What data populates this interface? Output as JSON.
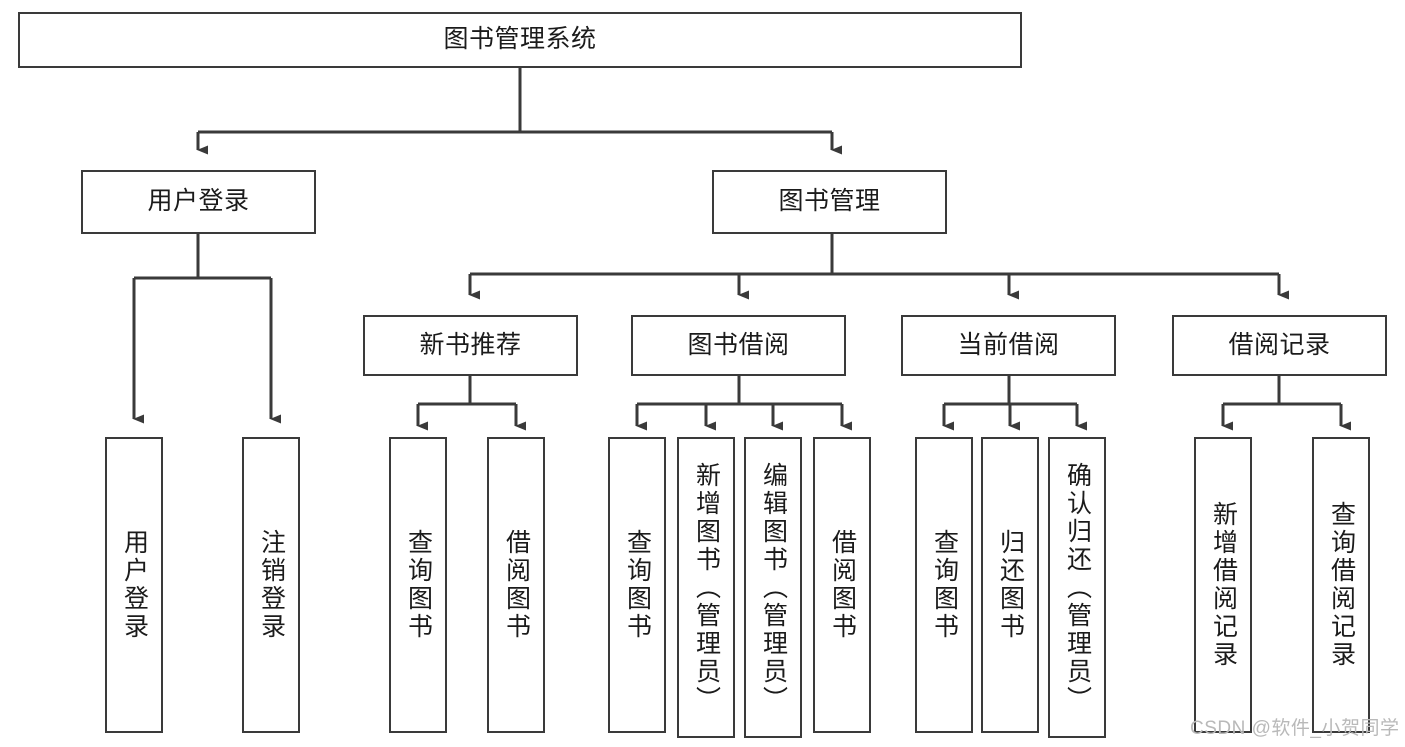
{
  "diagram": {
    "type": "tree-hierarchy",
    "title": "图书管理系统",
    "colors": {
      "box_border": "#3a3a3a",
      "box_fill": "#ffffff",
      "connector": "#3a3a3a",
      "text": "#1b1b1b",
      "watermark": "#b9b9b9",
      "background": "#ffffff"
    },
    "nodes": {
      "root": {
        "label": "图书管理系统",
        "orientation": "horizontal"
      },
      "level2": [
        {
          "label": "用户登录",
          "orientation": "horizontal"
        },
        {
          "label": "图书管理",
          "orientation": "horizontal"
        }
      ],
      "level3": [
        {
          "label": "新书推荐",
          "orientation": "horizontal"
        },
        {
          "label": "图书借阅",
          "orientation": "horizontal"
        },
        {
          "label": "当前借阅",
          "orientation": "horizontal"
        },
        {
          "label": "借阅记录",
          "orientation": "horizontal"
        }
      ],
      "leaves": {
        "user_login": [
          {
            "label": "用户登录",
            "orientation": "vertical"
          },
          {
            "label": "注销登录",
            "orientation": "vertical"
          }
        ],
        "new_book_recommend": [
          {
            "label": "查询图书",
            "orientation": "vertical"
          },
          {
            "label": "借阅图书",
            "orientation": "vertical"
          }
        ],
        "book_borrow": [
          {
            "label": "查询图书",
            "orientation": "vertical"
          },
          {
            "label": "新增图书（管理员）",
            "orientation": "vertical"
          },
          {
            "label": "编辑图书（管理员）",
            "orientation": "vertical"
          },
          {
            "label": "借阅图书",
            "orientation": "vertical"
          }
        ],
        "current_borrow": [
          {
            "label": "查询图书",
            "orientation": "vertical"
          },
          {
            "label": "归还图书",
            "orientation": "vertical"
          },
          {
            "label": "确认归还（管理员）",
            "orientation": "vertical"
          }
        ],
        "borrow_record": [
          {
            "label": "新增借阅记录",
            "orientation": "vertical"
          },
          {
            "label": "查询借阅记录",
            "orientation": "vertical"
          }
        ]
      }
    },
    "watermark": "CSDN @软件_小贺同学"
  }
}
